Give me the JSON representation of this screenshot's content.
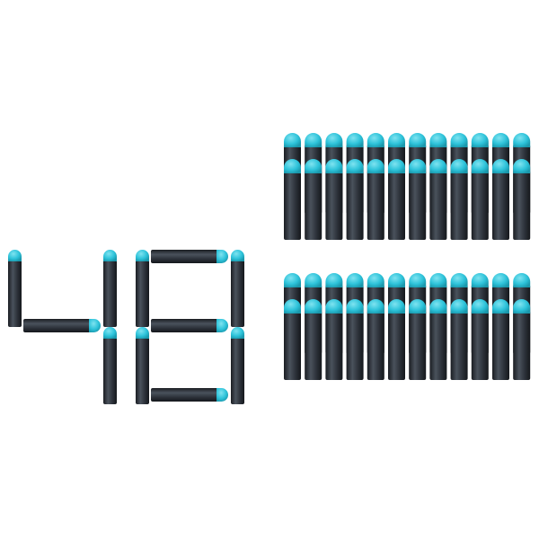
{
  "product": {
    "count_display": "48",
    "item_kind": "foam-dart",
    "colors": {
      "background": "#ffffff",
      "dart_body": "#2b3038",
      "dart_body_highlight": "#4a525c",
      "dart_body_shadow": "#1a1d22",
      "tip": "#2ec3da",
      "tip_highlight": "#7fe3f0",
      "tip_shadow": "#1a97ab"
    },
    "grid": {
      "blocks": 2,
      "rows_per_block": 2,
      "darts_per_row": 12
    }
  }
}
